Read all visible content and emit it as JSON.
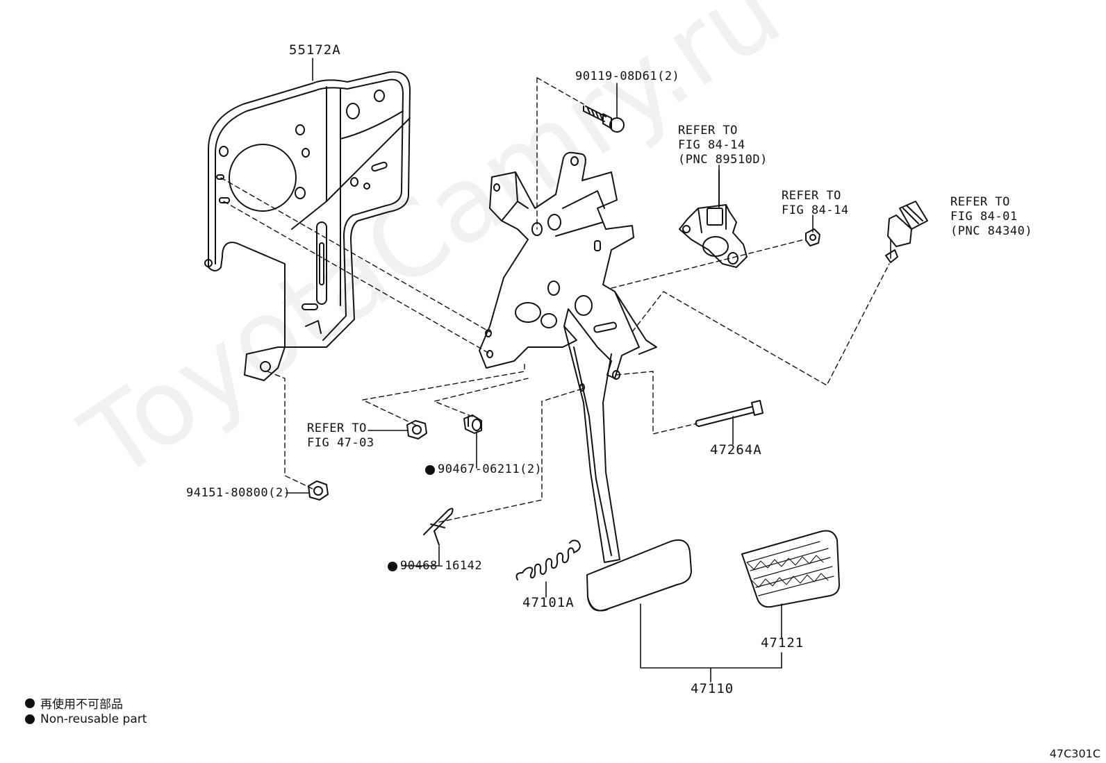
{
  "watermark": "ToyotaCamry.ru",
  "figure_code": "47C301C",
  "legend": {
    "japanese": "再使用不可部品",
    "english": "Non-reusable part"
  },
  "labels": {
    "bracket": "55172A",
    "bolt": "90119-08D61(2)",
    "stop_lamp_sensor_ref": "REFER TO\nFIG 84-14\n(PNC 89510D)",
    "nut_ref": "REFER TO\nFIG 84-14",
    "switch_ref": "REFER TO\nFIG 84-01\n(PNC 84340)",
    "nut_fig47_ref": "REFER TO\nFIG 47-03",
    "bushing": "90467-06211(2)",
    "nut": "94151-80800(2)",
    "clip": "90468-16142",
    "shaft": "47264A",
    "spring": "47101A",
    "pedal_pad": "47121",
    "pedal_assy": "47110"
  }
}
